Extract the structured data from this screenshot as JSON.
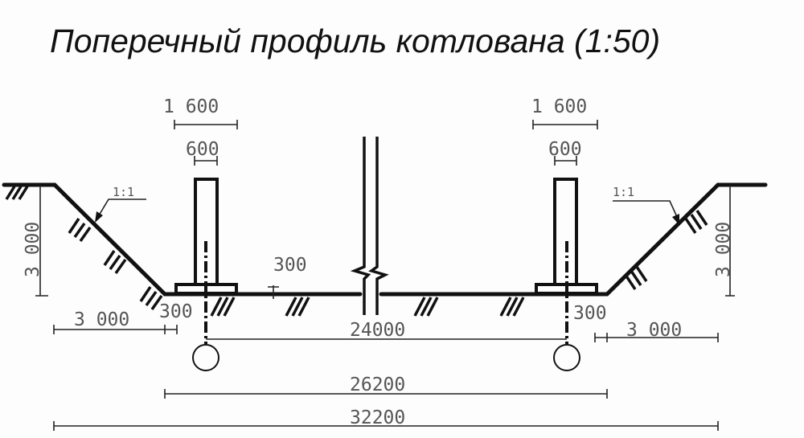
{
  "title": "Поперечный профиль котлована (1:50)",
  "dimensions": {
    "left_footing_width": "1 600",
    "left_column_width": "600",
    "right_footing_width": "1 600",
    "right_column_width": "600",
    "bottom_step": "300",
    "left_depth": "3 000",
    "right_depth": "3 000",
    "left_slope_run": "3 000",
    "right_slope_run": "3 000",
    "left_offset": "300",
    "right_offset": "300",
    "between_drains": "24000",
    "bottom_width": "26200",
    "top_width": "32200"
  },
  "slopes": {
    "left": "1:1",
    "right": "1:1"
  }
}
